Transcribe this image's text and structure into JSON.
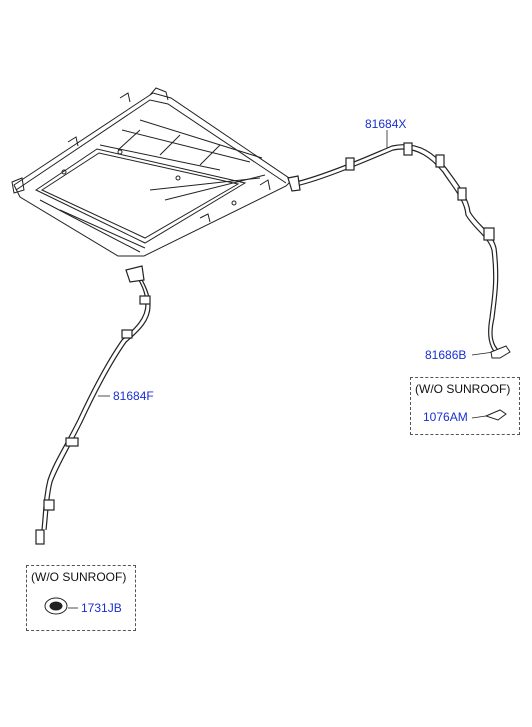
{
  "labels": {
    "drain_hose_front_right": "81684X",
    "drain_hose_front_left": "81684F",
    "hose_connector": "81686B"
  },
  "option_boxes": [
    {
      "title": "(W/O SUNROOF)",
      "part": "1076AM"
    },
    {
      "title": "(W/O SUNROOF)",
      "part": "1731JB"
    }
  ],
  "colors": {
    "line": "#222222",
    "part_label": "#1a2fd0",
    "box_border": "#555555"
  }
}
